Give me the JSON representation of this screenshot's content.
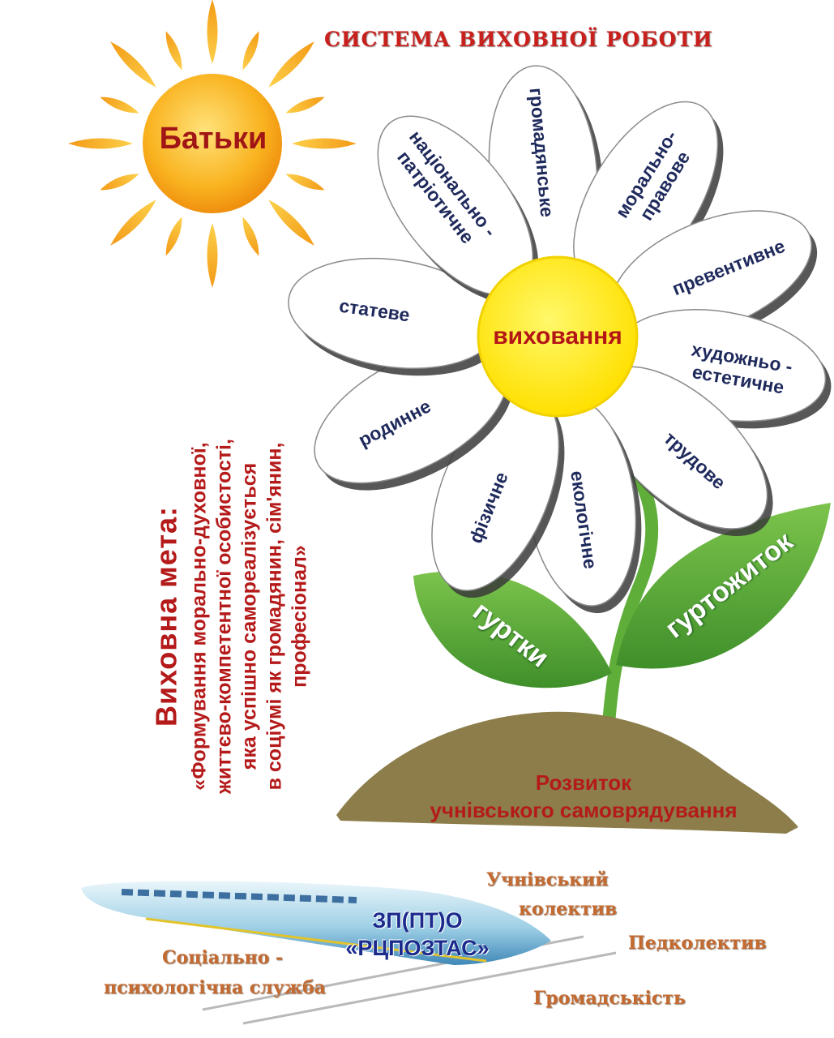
{
  "title": "СИСТЕМА ВИХОВНОЇ РОБОТИ",
  "sun": {
    "label": "Батьки",
    "color": "#f7a21b"
  },
  "flower": {
    "center": "виховання",
    "center_color": "#ffec00",
    "petals": [
      "громадянське",
      "морально-\nправове",
      "превентивне",
      "художньо -\nестетичне",
      "трудове",
      "екологічне",
      "фізичне",
      "родинне",
      "статеве",
      "національно -\nпатріотичне"
    ]
  },
  "leaves": {
    "left": "гуртки",
    "right": "гуртожиток",
    "color": "#5aa832"
  },
  "goal": {
    "title": "Виховна мета:",
    "lines": [
      "«Формування морально-духовної,",
      "життєво-компетентної особистості,",
      "яка успішно самореалізується",
      "в соціумі як громадянин, сім'янин,",
      "професіонал»"
    ]
  },
  "soil": {
    "line1": "Розвиток",
    "line2": "учнівського самоврядування",
    "color": "#8c7d4a"
  },
  "school": {
    "line1": "ЗП(ПТ)О",
    "line2": "«РЦПОЗТАС»"
  },
  "bottom_labels": {
    "student_team_1": "Учнівський",
    "student_team_2": "колектив",
    "teachers": "Педколектив",
    "public": "Громадськість",
    "psych_1": "Соціально -",
    "psych_2": "психологічна служба"
  }
}
